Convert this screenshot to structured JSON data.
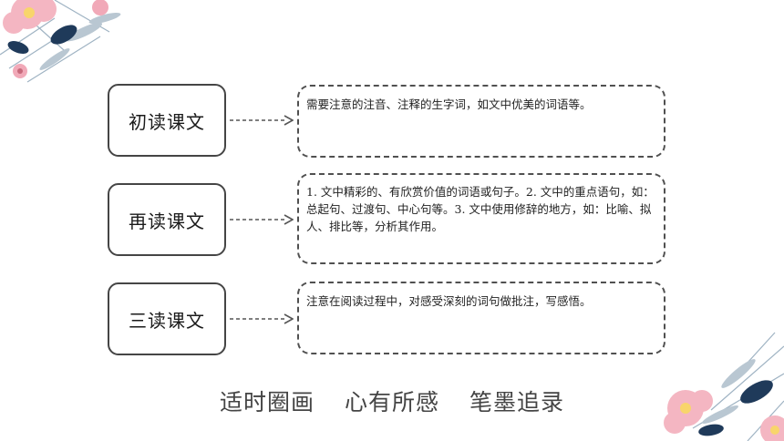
{
  "steps": [
    {
      "label": "初读课文",
      "description": "需要注意的注音、注释的生字词，如文中优美的词语等。"
    },
    {
      "label": "再读课文",
      "description": "1. 文中精彩的、有欣赏价值的词语或句子。2. 文中的重点语句，如：总起句、过渡句、中心句等。3. 文中使用修辞的地方，如：比喻、拟人、排比等，分析其作用。"
    },
    {
      "label": "三读课文",
      "description": "注意在阅读过程中，对感受深刻的词句做批注，写感悟。"
    }
  ],
  "footer": {
    "phrases": [
      "适时圈画",
      "心有所感",
      "笔墨追录"
    ]
  },
  "colors": {
    "box_border": "#454545",
    "dashed_border": "#505050",
    "arrow": "#555555",
    "flower_pink": "#f4b6c2",
    "leaf_navy": "#1f3a5a",
    "leaf_grey_blue": "#9fb3c3"
  }
}
